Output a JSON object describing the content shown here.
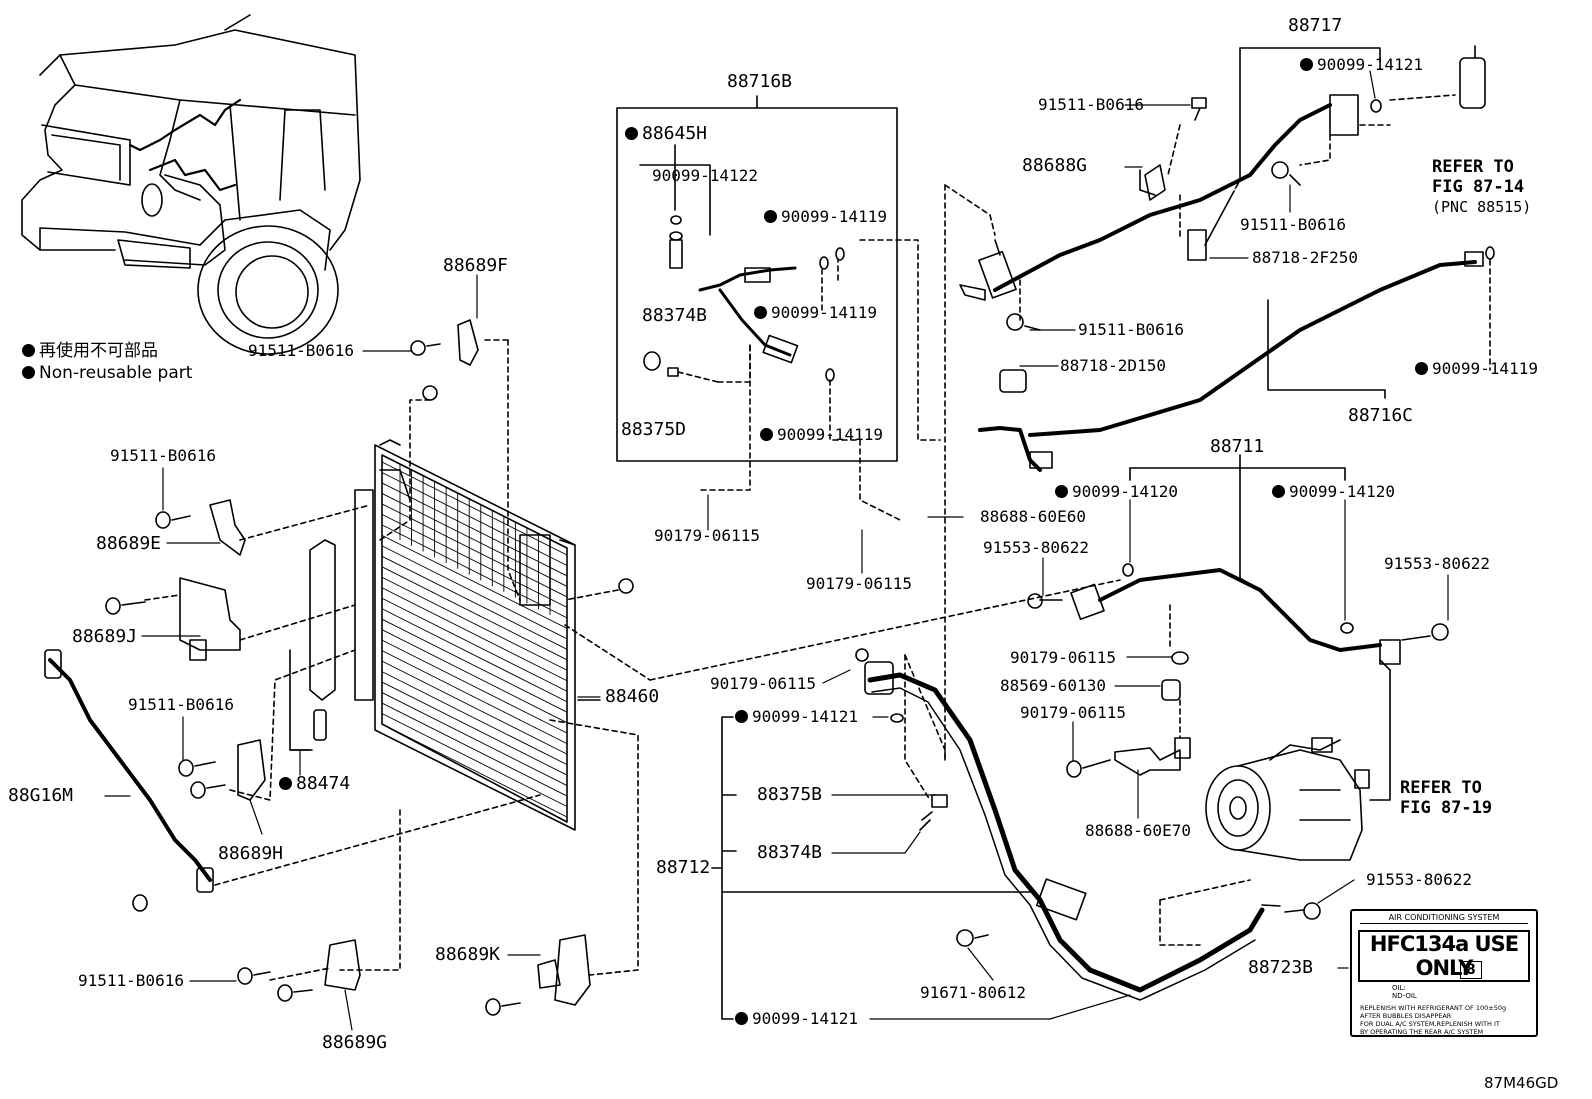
{
  "diagram_code": "87M46GD",
  "legend": {
    "jp": "再使用不可部品",
    "en": "Non-reusable part"
  },
  "references": {
    "fig1_line1": "REFER TO",
    "fig1_line2": "FIG 87-14",
    "fig1_line3": "(PNC 88515)",
    "fig2_line1": "REFER TO",
    "fig2_line2": "FIG 87-19"
  },
  "sticker": {
    "header": "AIR CONDITIONING SYSTEM",
    "main": "HFC134a USE ONLY",
    "oil_line1": "OIL:",
    "oil_line2": "ND-OIL",
    "oil_num": "8",
    "fine1": "REPLENISH WITH REFRIGERANT OF 100±50g",
    "fine2": "AFTER BUBBLES DISAPPEAR",
    "fine3": "FOR DUAL A/C SYSTEM,REPLENISH WITH IT",
    "fine4": "BY OPERATING THE REAR A/C SYSTEM"
  },
  "labels": {
    "p88717": "88717",
    "p88716B": "88716B",
    "p88645H": "88645H",
    "p90099_14122": "90099-14122",
    "p90099_14119_a": "90099-14119",
    "p90099_14119_b": "90099-14119",
    "p90099_14119_c": "90099-14119",
    "p90099_14119_d": "90099-14119",
    "p88374B_a": "88374B",
    "p88375D": "88375D",
    "p90099_14121_top": "90099-14121",
    "p91511_B0616_top": "91511-B0616",
    "p88688G": "88688G",
    "p91511_B0616_mid": "91511-B0616",
    "p88718_2F250": "88718-2F250",
    "p91511_B0616_r": "91511-B0616",
    "p88718_2D150": "88718-2D150",
    "p88716C": "88716C",
    "p88711": "88711",
    "p90099_14120_a": "90099-14120",
    "p90099_14120_b": "90099-14120",
    "p88688_60E60": "88688-60E60",
    "p90179_06115_a": "90179-06115",
    "p90179_06115_b": "90179-06115",
    "p91553_80622_a": "91553-80622",
    "p91553_80622_b": "91553-80622",
    "p91553_80622_c": "91553-80622",
    "p90179_06115_c": "90179-06115",
    "p88569_60130": "88569-60130",
    "p90179_06115_d": "90179-06115",
    "p90179_06115_e": "90179-06115",
    "p88688_60E70": "88688-60E70",
    "p88689F": "88689F",
    "p91511_B0616_l1": "91511-B0616",
    "p91511_B0616_l2": "91511-B0616",
    "p88689E": "88689E",
    "p88689J": "88689J",
    "p91511_B0616_l3": "91511-B0616",
    "p88G16M": "88G16M",
    "p88474": "88474",
    "p88689H": "88689H",
    "p88460": "88460",
    "p90099_14121_m": "90099-14121",
    "p88375B": "88375B",
    "p88374B_b": "88374B",
    "p88712": "88712",
    "p91511_B0616_l4": "91511-B0616",
    "p88689K": "88689K",
    "p88689G": "88689G",
    "p91671_80612": "91671-80612",
    "p90099_14121_bot": "90099-14121",
    "p88723B": "88723B"
  }
}
